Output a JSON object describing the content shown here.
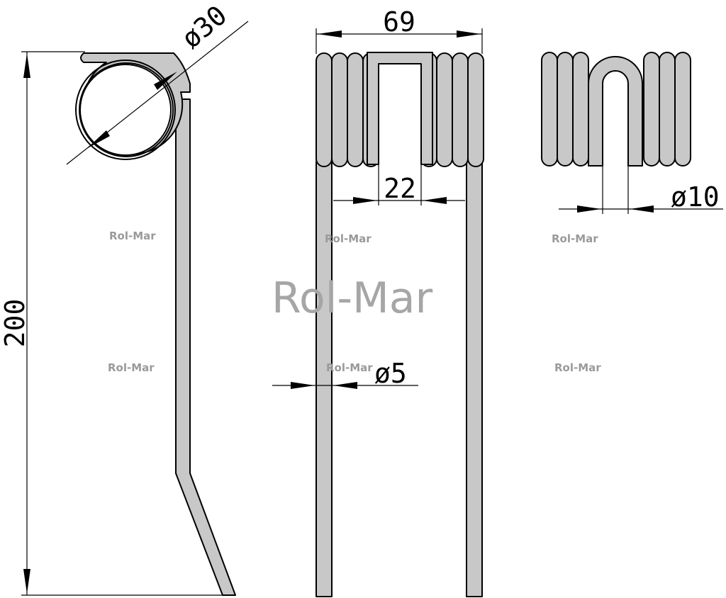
{
  "dimensions": {
    "height": "200",
    "coil_diameter": "ø30",
    "width": "69",
    "inner_gap": "22",
    "wire_diameter": "ø5",
    "loop_diameter": "ø10"
  },
  "watermarks": {
    "small": [
      "Rol-Mar",
      "Rol-Mar",
      "Rol-Mar",
      "Rol-Mar",
      "Rol-Mar",
      "Rol-Mar"
    ],
    "large": "Rol-Mar"
  },
  "colors": {
    "part_fill": "#c8c8c8",
    "outline": "#000000",
    "watermark": "#a6a6a6"
  }
}
